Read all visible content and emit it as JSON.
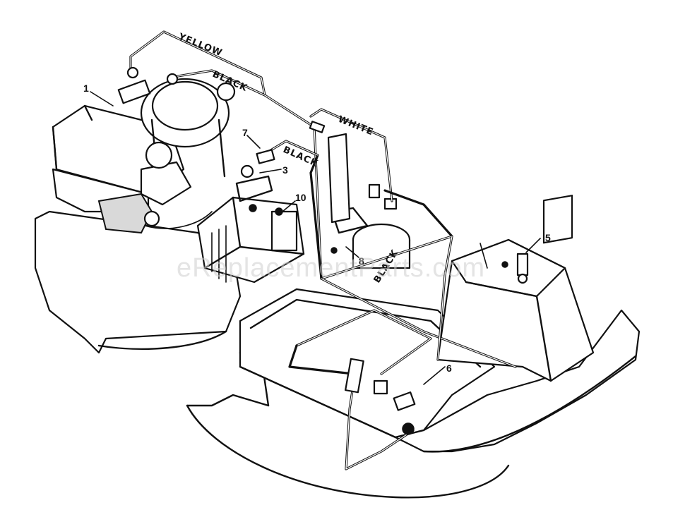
{
  "wire_labels": {
    "yellow": "YELLOW",
    "black_top": "BLACK",
    "white": "WHITE",
    "black_mid": "BLACK",
    "black_lower": "BLACK"
  },
  "callouts": [
    "1",
    "7",
    "3",
    "10",
    "5",
    "8",
    "6"
  ],
  "watermark": "eReplacementParts.com",
  "colors": {
    "ink": "#111111",
    "paper": "#ffffff",
    "watermark": "#cfcfcf"
  }
}
